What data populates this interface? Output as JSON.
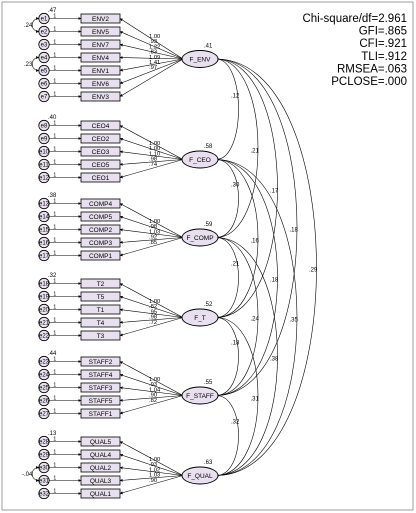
{
  "fit_indices": [
    "Chi-square/df=2.961",
    "GFI=.865",
    "CFI=.921",
    "TLI=.912",
    "RMSEA=.063",
    "PCLOSE=.000"
  ],
  "factors": [
    {
      "id": "F_ENV",
      "variance": ".41",
      "indicators": [
        {
          "label": "ENV2",
          "err": "e1",
          "r2": ".47"
        },
        {
          "label": "ENV5",
          "err": "e2",
          "r2": ""
        },
        {
          "label": "ENV7",
          "err": "e3",
          "r2": ""
        },
        {
          "label": "ENV4",
          "err": "e4",
          "r2": ""
        },
        {
          "label": "ENV1",
          "err": "e5",
          "r2": ""
        },
        {
          "label": "ENV6",
          "err": "e6",
          "r2": ""
        },
        {
          "label": "ENV3",
          "err": "e7",
          "r2": ""
        }
      ],
      "loadings": [
        "1.00",
        ".93",
        "1.22",
        ".83",
        "1.09",
        "1.41",
        ".97"
      ],
      "err_covs": [
        ".24",
        ".23"
      ]
    },
    {
      "id": "F_CEO",
      "variance": ".58",
      "indicators": [
        {
          "label": "CEO4",
          "err": "e8",
          "r2": ".40"
        },
        {
          "label": "CEO2",
          "err": "e9",
          "r2": ""
        },
        {
          "label": "CEO3",
          "err": "e10",
          "r2": ""
        },
        {
          "label": "CEO5",
          "err": "e11",
          "r2": ""
        },
        {
          "label": "CEO1",
          "err": "e12",
          "r2": ""
        }
      ],
      "loadings": [
        "1.00",
        "1.00",
        "1.10",
        ".98",
        ".74"
      ],
      "err_covs": []
    },
    {
      "id": "F_COMP",
      "variance": ".59",
      "indicators": [
        {
          "label": "COMP4",
          "err": "e13",
          "r2": ".38"
        },
        {
          "label": "COMP5",
          "err": "e14",
          "r2": ""
        },
        {
          "label": "COMP2",
          "err": "e15",
          "r2": ""
        },
        {
          "label": "COMP3",
          "err": "e16",
          "r2": ""
        },
        {
          "label": "COMP1",
          "err": "e17",
          "r2": ""
        }
      ],
      "loadings": [
        "1.00",
        ".98",
        "1.03",
        ".92",
        ".85"
      ],
      "err_covs": []
    },
    {
      "id": "F_T",
      "variance": ".52",
      "indicators": [
        {
          "label": "T2",
          "err": "e18",
          "r2": ".32"
        },
        {
          "label": "T5",
          "err": "e19",
          "r2": ""
        },
        {
          "label": "T1",
          "err": "e20",
          "r2": ""
        },
        {
          "label": "T4",
          "err": "e21",
          "r2": ""
        },
        {
          "label": "T3",
          "err": "e22",
          "r2": ""
        }
      ],
      "loadings": [
        "1.00",
        ".82",
        ".95",
        ".98",
        ".72"
      ],
      "err_covs": []
    },
    {
      "id": "F_STAFF",
      "variance": ".55",
      "indicators": [
        {
          "label": "STAFF2",
          "err": "e23",
          "r2": ".44"
        },
        {
          "label": "STAFF4",
          "err": "e24",
          "r2": ""
        },
        {
          "label": "STAFF3",
          "err": "e25",
          "r2": ""
        },
        {
          "label": "STAFF5",
          "err": "e26",
          "r2": ""
        },
        {
          "label": "STAFF1",
          "err": "e27",
          "r2": ""
        }
      ],
      "loadings": [
        "1.00",
        ".93",
        "1.04",
        ".90",
        ".82"
      ],
      "err_covs": []
    },
    {
      "id": "F_QUAL",
      "variance": ".63",
      "indicators": [
        {
          "label": "QUAL5",
          "err": "e28",
          "r2": ".13"
        },
        {
          "label": "QUAL4",
          "err": "e29",
          "r2": ""
        },
        {
          "label": "QUAL2",
          "err": "e30",
          "r2": ""
        },
        {
          "label": "QUAL3",
          "err": "e31",
          "r2": ""
        },
        {
          "label": "QUAL1",
          "err": "e32",
          "r2": ""
        }
      ],
      "loadings": [
        "1.00",
        ".93",
        "1.02",
        "1.03",
        ".90"
      ],
      "err_covs": [
        "-.04"
      ]
    }
  ],
  "fixed_path": "1",
  "covariances": [
    {
      "from": 0,
      "to": 1,
      "value": ".12"
    },
    {
      "from": 0,
      "to": 2,
      "value": ".21"
    },
    {
      "from": 0,
      "to": 3,
      "value": ".17"
    },
    {
      "from": 0,
      "to": 4,
      "value": ".18"
    },
    {
      "from": 0,
      "to": 5,
      "value": ".29"
    },
    {
      "from": 1,
      "to": 2,
      "value": ".30"
    },
    {
      "from": 1,
      "to": 3,
      "value": ".16"
    },
    {
      "from": 1,
      "to": 4,
      "value": ".18"
    },
    {
      "from": 1,
      "to": 5,
      "value": ".35"
    },
    {
      "from": 2,
      "to": 3,
      "value": ".21"
    },
    {
      "from": 2,
      "to": 4,
      "value": ".24"
    },
    {
      "from": 2,
      "to": 5,
      "value": ".38"
    },
    {
      "from": 3,
      "to": 4,
      "value": ".18"
    },
    {
      "from": 3,
      "to": 5,
      "value": ".31"
    },
    {
      "from": 4,
      "to": 5,
      "value": ".32"
    }
  ]
}
